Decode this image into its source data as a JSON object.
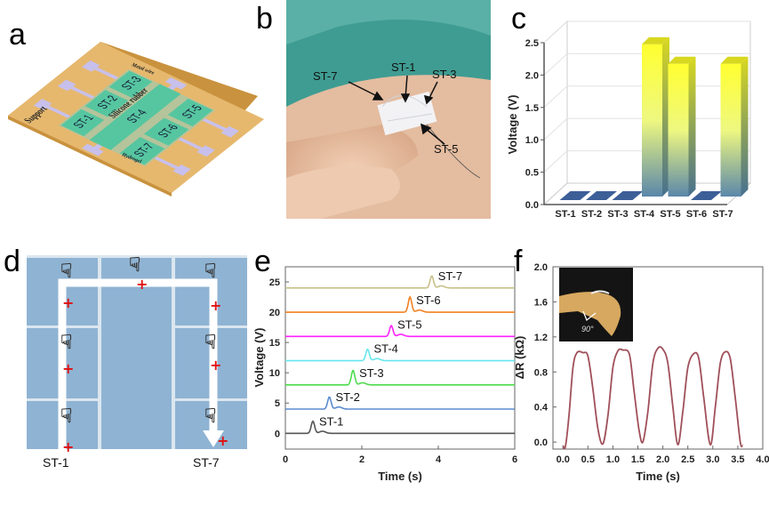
{
  "panel_labels": {
    "a": "a",
    "b": "b",
    "c": "c",
    "d": "d",
    "e": "e",
    "f": "f"
  },
  "diagram_a": {
    "metal_wire": "Metal wire",
    "support": "Support",
    "silicone_rubber": "Silicone rubber",
    "hydrogel": "Hydrogel",
    "sensors": [
      "ST-1",
      "ST-2",
      "ST-3",
      "ST-4",
      "ST-5",
      "ST-6",
      "ST-7"
    ],
    "colors": {
      "support": "#e6b86e",
      "rubber": "#b5c49a",
      "hydrogel": "#56c6a0",
      "wire": "#c8c0ec"
    }
  },
  "photo_b": {
    "callouts": [
      "ST-1",
      "ST-3",
      "ST-7",
      "ST-5"
    ],
    "colors": {
      "background": "#3f9c92",
      "skin": "#e8c0a4"
    }
  },
  "panel_d": {
    "start_label": "ST-1",
    "end_label": "ST-7",
    "colors": {
      "tile": "#8fb3d3",
      "path": "#ffffff",
      "marker": "#e01010"
    }
  },
  "chart_data": [
    {
      "id": "c",
      "type": "bar",
      "style": "3d",
      "title": "",
      "xlabel": "",
      "ylabel": "Voltage (V)",
      "categories": [
        "ST-1",
        "ST-2",
        "ST-3",
        "ST-4",
        "ST-5",
        "ST-6",
        "ST-7"
      ],
      "values": [
        0,
        0,
        0,
        2.35,
        2.05,
        0,
        2.05
      ],
      "ylim": [
        0,
        2.5
      ],
      "yticks": [
        "0.0",
        "0.5",
        "1.0",
        "1.5",
        "2.0",
        "2.5"
      ],
      "grid": true,
      "colors": {
        "top": "#ffff30",
        "bottom": "#5a87aa",
        "flat": "#3c5f98"
      }
    },
    {
      "id": "e",
      "type": "line",
      "title": "",
      "xlabel": "Time (s)",
      "ylabel": "Voltage (V)",
      "xlim": [
        0,
        6
      ],
      "ylim": [
        -2.6,
        27.5
      ],
      "xticks": [
        "0",
        "2",
        "4",
        "6"
      ],
      "yticks": [
        "0",
        "5",
        "10",
        "15",
        "20",
        "25"
      ],
      "series": [
        {
          "name": "ST-1",
          "offset": 0,
          "peak_time": 0.72,
          "peak_height": 2.0,
          "color": "#555555"
        },
        {
          "name": "ST-2",
          "offset": 4,
          "peak_time": 1.15,
          "peak_height": 2.0,
          "color": "#5b8bd0"
        },
        {
          "name": "ST-3",
          "offset": 8,
          "peak_time": 1.77,
          "peak_height": 2.4,
          "color": "#4ddc4d"
        },
        {
          "name": "ST-4",
          "offset": 12,
          "peak_time": 2.15,
          "peak_height": 1.9,
          "color": "#66e6ee"
        },
        {
          "name": "ST-5",
          "offset": 16,
          "peak_time": 2.77,
          "peak_height": 1.8,
          "color": "#ff22ff"
        },
        {
          "name": "ST-6",
          "offset": 20,
          "peak_time": 3.26,
          "peak_height": 2.5,
          "color": "#f08020"
        },
        {
          "name": "ST-7",
          "offset": 24,
          "peak_time": 3.83,
          "peak_height": 2.0,
          "color": "#c8c088"
        }
      ]
    },
    {
      "id": "f",
      "type": "line",
      "title": "",
      "xlabel": "Time (s)",
      "ylabel": "ΔR (kΩ)",
      "xlim": [
        -0.2,
        4.0
      ],
      "ylim": [
        -0.08,
        2.0
      ],
      "xticks": [
        "0.0",
        "0.5",
        "1.0",
        "1.5",
        "2.0",
        "2.5",
        "3.0",
        "3.5",
        "4.0"
      ],
      "yticks": [
        "0.0",
        "0.4",
        "0.8",
        "1.2",
        "1.6",
        "2.0"
      ],
      "inset_angle": "90°",
      "color": "#a0505a",
      "x": [
        0,
        0.05,
        0.12,
        0.2,
        0.28,
        0.4,
        0.5,
        0.6,
        0.7,
        0.8,
        0.9,
        1.0,
        1.1,
        1.2,
        1.33,
        1.42,
        1.52,
        1.6,
        1.7,
        1.8,
        1.9,
        2.0,
        2.1,
        2.2,
        2.3,
        2.4,
        2.5,
        2.62,
        2.72,
        2.82,
        2.95,
        3.05,
        3.15,
        3.25,
        3.35,
        3.45,
        3.55,
        3.6
      ],
      "y": [
        -0.04,
        -0.05,
        0.3,
        0.85,
        1.02,
        1.02,
        0.98,
        0.6,
        0.15,
        -0.02,
        0.3,
        0.85,
        1.04,
        1.05,
        1.0,
        0.6,
        0.15,
        0.0,
        0.35,
        0.9,
        1.07,
        1.06,
        0.9,
        0.4,
        -0.03,
        0.35,
        0.85,
        1.01,
        0.95,
        0.5,
        -0.03,
        0.4,
        0.9,
        1.03,
        0.95,
        0.5,
        0.0,
        -0.04
      ]
    }
  ]
}
